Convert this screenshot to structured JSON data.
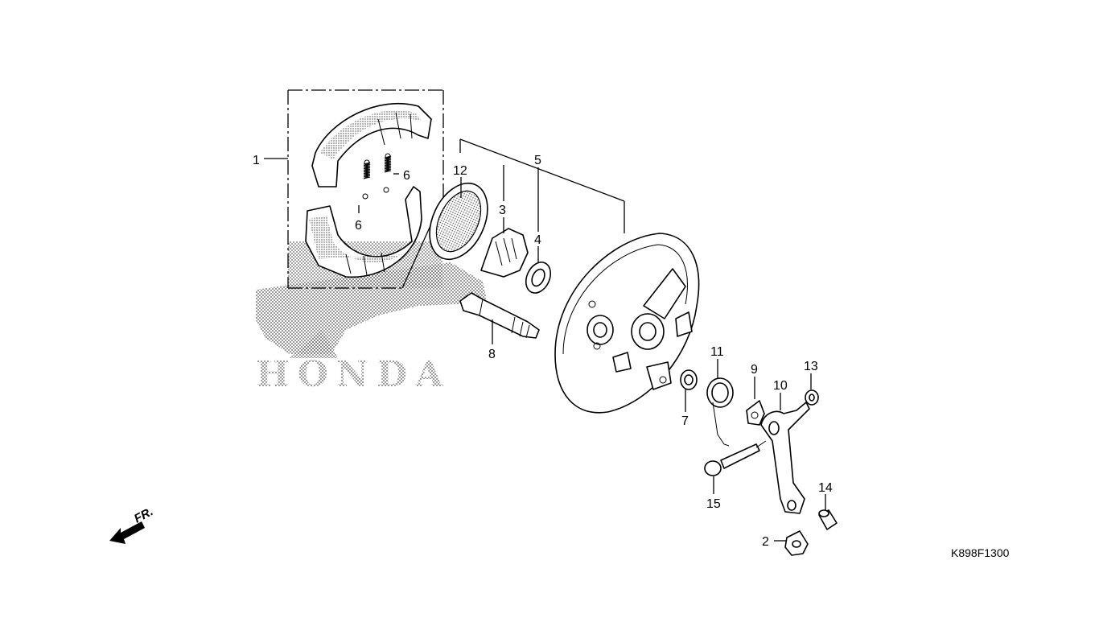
{
  "watermark": {
    "brand": "HONDA"
  },
  "direction": {
    "label": "FR.",
    "icon": "front-direction-arrow-icon"
  },
  "diagram_code": "K898F1300",
  "callouts": [
    {
      "id": "c1",
      "number": "1"
    },
    {
      "id": "c2",
      "number": "2"
    },
    {
      "id": "c3",
      "number": "3"
    },
    {
      "id": "c4",
      "number": "4"
    },
    {
      "id": "c5",
      "number": "5"
    },
    {
      "id": "c6a",
      "number": "6"
    },
    {
      "id": "c6b",
      "number": "6"
    },
    {
      "id": "c7",
      "number": "7"
    },
    {
      "id": "c8",
      "number": "8"
    },
    {
      "id": "c9",
      "number": "9"
    },
    {
      "id": "c10",
      "number": "10"
    },
    {
      "id": "c11",
      "number": "11"
    },
    {
      "id": "c12",
      "number": "12"
    },
    {
      "id": "c13",
      "number": "13"
    },
    {
      "id": "c14",
      "number": "14"
    },
    {
      "id": "c15",
      "number": "15"
    }
  ]
}
